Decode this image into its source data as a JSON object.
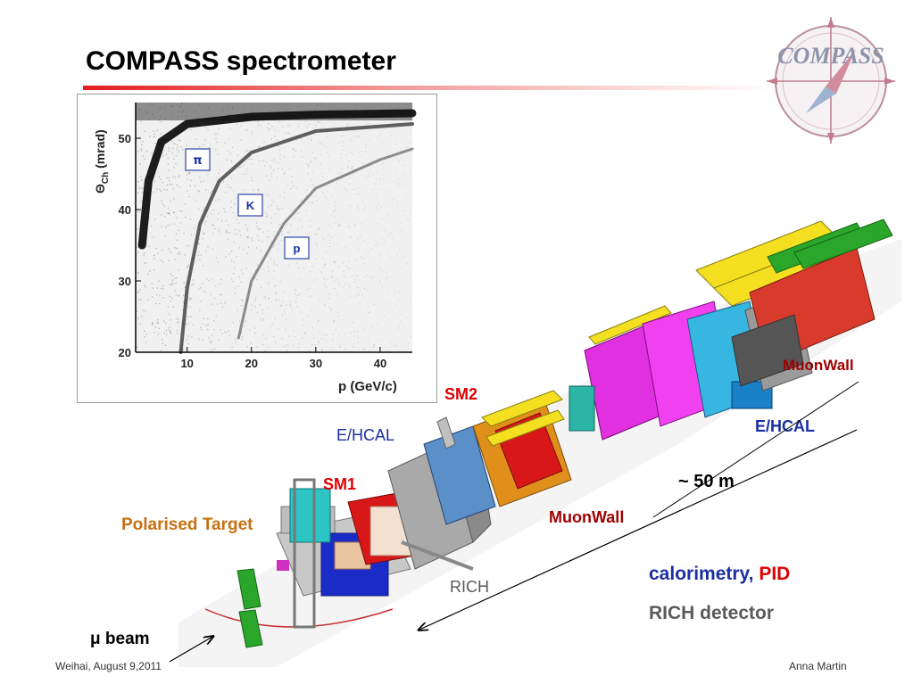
{
  "slide": {
    "title": "COMPASS spectrometer",
    "logo_text": "COMPASS",
    "footer_left": "Weihai, August 9,2011",
    "footer_right": "Anna Martin"
  },
  "plot": {
    "ylabel": "Θ",
    "ylabel_sub": "Ch",
    "ylabel_unit": "(mrad)",
    "xlabel": "p (GeV/c)",
    "xticks": [
      "10",
      "20",
      "30",
      "40"
    ],
    "yticks": [
      "20",
      "30",
      "40",
      "50"
    ],
    "particles": [
      "π",
      "K",
      "p"
    ]
  },
  "chart_data": {
    "type": "scatter",
    "xlabel": "p (GeV/c)",
    "ylabel": "Θ_Ch (mrad)",
    "xlim": [
      2,
      45
    ],
    "ylim": [
      20,
      55
    ],
    "xticks": [
      10,
      20,
      30,
      40
    ],
    "yticks": [
      20,
      30,
      40,
      50
    ],
    "annotations": [
      "π",
      "K",
      "p"
    ],
    "series": [
      {
        "name": "π",
        "x": [
          3,
          4,
          6,
          10,
          20,
          30,
          45
        ],
        "y": [
          35,
          44,
          49.5,
          52,
          53,
          53.3,
          53.5
        ]
      },
      {
        "name": "K",
        "x": [
          9,
          10,
          12,
          15,
          20,
          30,
          45
        ],
        "y": [
          20,
          29,
          38,
          44,
          48,
          51,
          52
        ]
      },
      {
        "name": "p",
        "x": [
          18,
          20,
          25,
          30,
          40,
          45
        ],
        "y": [
          22,
          30,
          38,
          43,
          47,
          48.5
        ]
      }
    ]
  },
  "diagram": {
    "labels": {
      "muonwall_top": "MuonWall",
      "sm2": "SM2",
      "ehcal_left": "E/HCAL",
      "ehcal_right": "E/HCAL",
      "sm1": "SM1",
      "length": "~ 50 m",
      "polarised_target": "Polarised Target",
      "muonwall_bottom": "MuonWall",
      "rich": "RICH",
      "beam": "μ beam"
    },
    "caption_line1_a": "calorimetry, ",
    "caption_line1_b": "PID",
    "caption_line2": "RICH detector"
  },
  "colors": {
    "accent_red": "#e00000",
    "accent_blue": "#1b2fa0",
    "target_orange": "#c87012",
    "rule_red": "#e31c1c"
  }
}
